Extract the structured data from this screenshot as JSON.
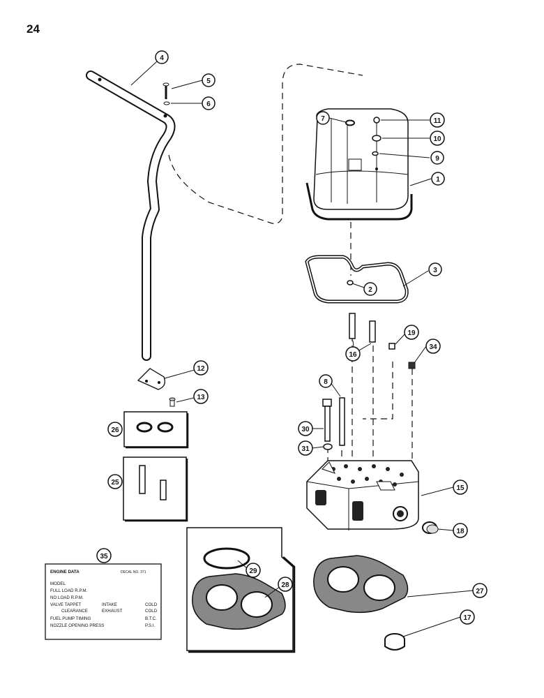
{
  "page_number": "24",
  "callouts": {
    "c1": "1",
    "c2": "2",
    "c3": "3",
    "c4": "4",
    "c5": "5",
    "c6": "6",
    "c7": "7",
    "c8": "8",
    "c9": "9",
    "c10": "10",
    "c11": "11",
    "c12": "12",
    "c13": "13",
    "c15": "15",
    "c16": "16",
    "c17": "17",
    "c18": "18",
    "c19": "19",
    "c25": "25",
    "c26": "26",
    "c27": "27",
    "c28": "28",
    "c29": "29",
    "c30": "30",
    "c31": "31",
    "c34": "34",
    "c35": "35"
  },
  "decal": {
    "title": "ENGINE DATA",
    "decal_no": "DECAL NO. 371",
    "model": "MODEL",
    "full_load": "FULL LOAD R.P.M.",
    "no_load": "NO LOAD R.P.M.",
    "valve_tappet": "VALVE TAPPET",
    "intake": "INTAKE",
    "cold1": "COLD",
    "clearance": "CLEARANCE",
    "exhaust": "EXHAUST",
    "cold2": "COLD",
    "fuel_pump": "FUEL PUMP TIMING",
    "btc": "B.T.C.",
    "nozzle": "NOZZLE OPENING PRESS",
    "psi": "P.S.I."
  }
}
